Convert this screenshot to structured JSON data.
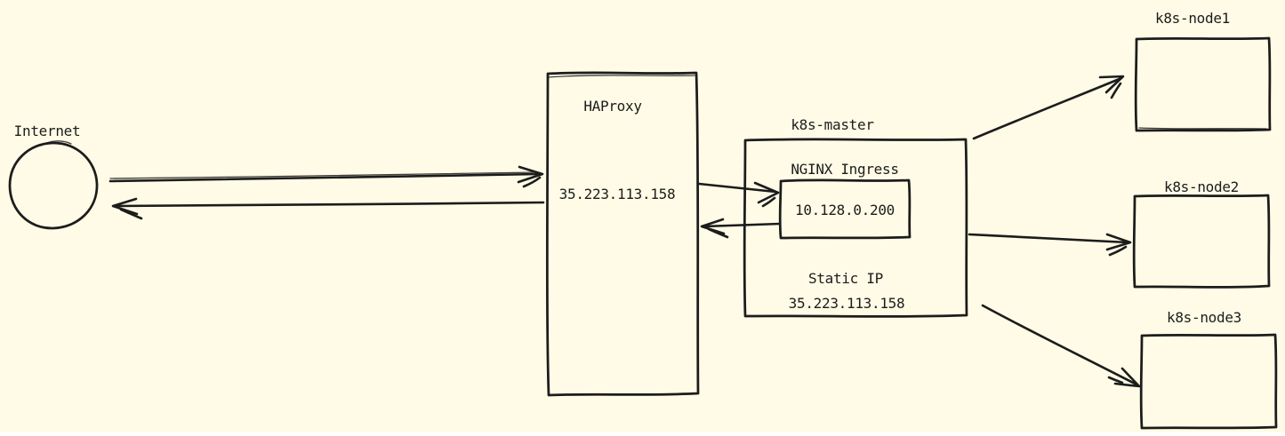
{
  "diagram": {
    "background_color": "#fffbe6",
    "ink_color": "#1c1c1c",
    "internet": {
      "label": "Internet"
    },
    "haproxy": {
      "title": "HAProxy",
      "ip": "35.223.113.158"
    },
    "k8s_master": {
      "label": "k8s-master",
      "nginx_ingress": {
        "label": "NGINX Ingress",
        "ip": "10.128.0.200"
      },
      "static_ip": {
        "label": "Static IP",
        "value": "35.223.113.158"
      }
    },
    "k8s_node1": {
      "label": "k8s-node1"
    },
    "k8s_node2": {
      "label": "k8s-node2"
    },
    "k8s_node3": {
      "label": "k8s-node3"
    }
  }
}
